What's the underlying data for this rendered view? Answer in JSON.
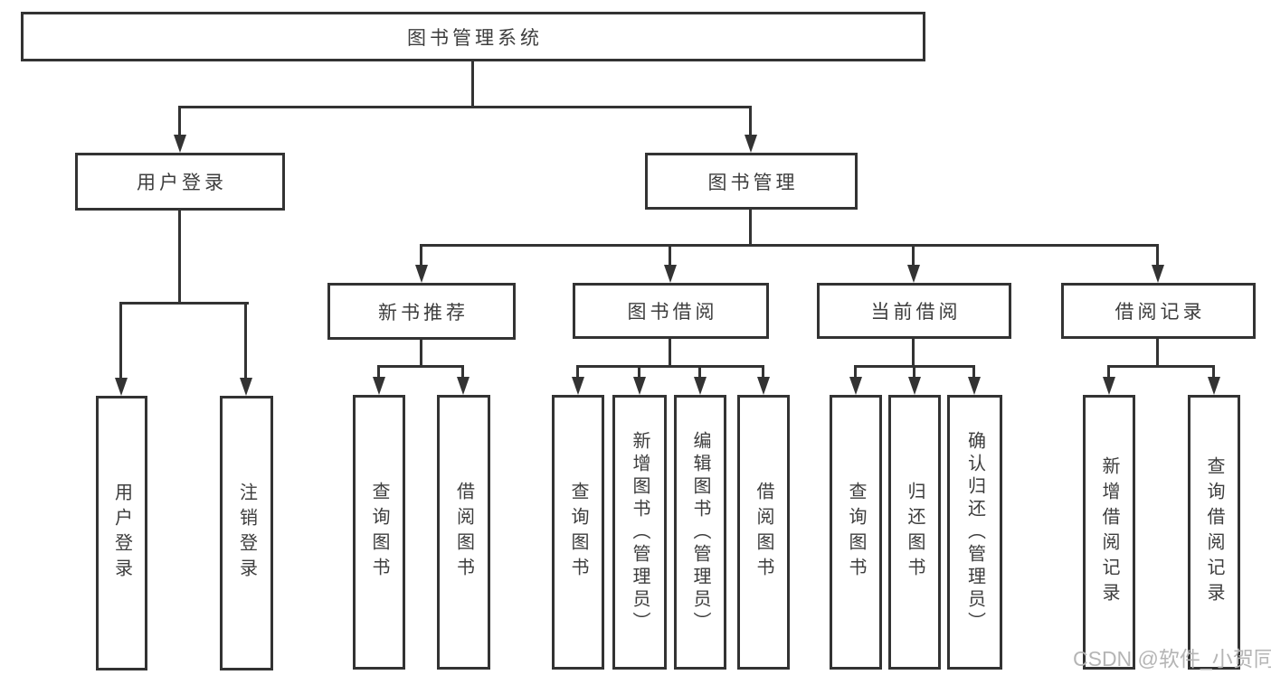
{
  "page": {
    "background": "#ffffff",
    "line_color": "#333333",
    "text_color": "#3d3d3d"
  },
  "diagram": {
    "type": "hierarchy-tree",
    "root": {
      "label": "图书管理系统"
    },
    "level2": [
      {
        "label": "用户登录"
      },
      {
        "label": "图书管理"
      }
    ],
    "level3": [
      {
        "label": "新书推荐"
      },
      {
        "label": "图书借阅"
      },
      {
        "label": "当前借阅"
      },
      {
        "label": "借阅记录"
      }
    ],
    "leaves": {
      "user_login": [
        "用户登录",
        "注销登录"
      ],
      "new_book_recommend": [
        "查询图书",
        "借阅图书"
      ],
      "book_borrowing": [
        "查询图书",
        "新增图书（管理员）",
        "编辑图书（管理员）",
        "借阅图书"
      ],
      "current_borrowing": [
        "查询图书",
        "归还图书",
        "确认归还（管理员）"
      ],
      "borrowing_records": [
        "新增借阅记录",
        "查询借阅记录"
      ]
    }
  },
  "watermark": {
    "text": "CSDN @软件_小贺同学",
    "color": "#b5b5b5"
  }
}
